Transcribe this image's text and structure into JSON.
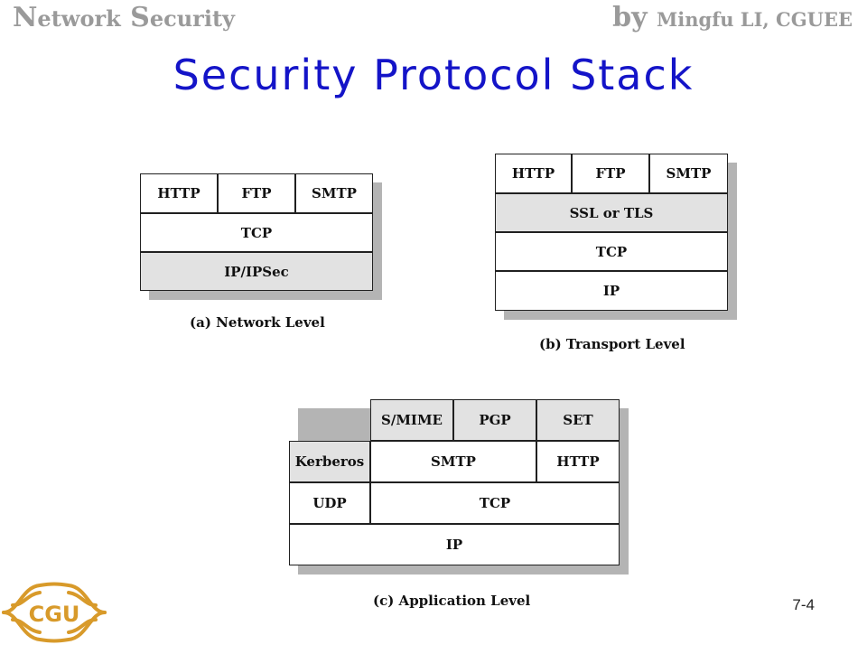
{
  "header": {
    "left": {
      "big1": "N",
      "mid": "etwork",
      "big2": "S",
      "mid2": "ecurity"
    },
    "right": {
      "by": "by ",
      "name": "Mingfu LI, CGUEE"
    }
  },
  "title": "Security Protocol Stack",
  "diagrams": {
    "network": {
      "caption": "(a) Network Level",
      "row1": [
        "HTTP",
        "FTP",
        "SMTP"
      ],
      "row2": "TCP",
      "row3": "IP/IPSec"
    },
    "transport": {
      "caption": "(b) Transport Level",
      "row1": [
        "HTTP",
        "FTP",
        "SMTP"
      ],
      "row2": "SSL or TLS",
      "row3": "TCP",
      "row4": "IP"
    },
    "application": {
      "caption": "(c) Application Level",
      "row1": [
        "S/MIME",
        "PGP",
        "SET"
      ],
      "row2": [
        "Kerberos",
        "SMTP",
        "HTTP"
      ],
      "row3": [
        "UDP",
        "TCP"
      ],
      "row4": "IP"
    }
  },
  "footer": {
    "page": "7-4",
    "logo_text": "CGU"
  },
  "colors": {
    "title": "#1414c8",
    "header": "#9a9a9a",
    "shade": "#e2e2e2",
    "logo": "#d89a2a"
  }
}
